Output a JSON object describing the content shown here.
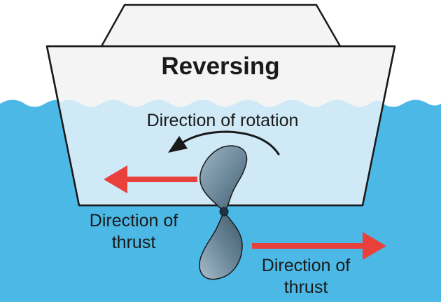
{
  "title": "Reversing",
  "labels": {
    "rotation": "Direction of rotation",
    "thrust_left_line1": "Direction of",
    "thrust_left_line2": "thrust",
    "thrust_right_line1": "Direction of",
    "thrust_right_line2": "thrust"
  },
  "colors": {
    "water": "#4cb8e6",
    "hull_underwater": "#cfeaf6",
    "hull_above": "#f4f4f4",
    "outline": "#1a1a1a",
    "thrust_arrow": "#e8413c",
    "rotation_arrow": "#1a1a1a",
    "propeller": "#4d6b7d"
  },
  "icons": {
    "rotation_arrow": "curved-arrow-left",
    "thrust_arrow_left": "arrow-left",
    "thrust_arrow_right": "arrow-right",
    "propeller": "two-blade-propeller"
  }
}
